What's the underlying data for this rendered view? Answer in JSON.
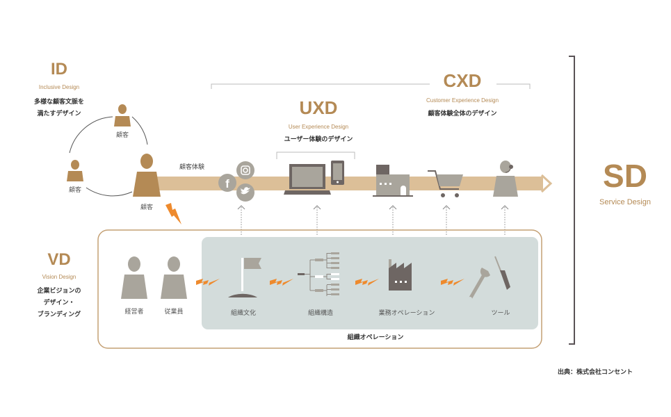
{
  "colors": {
    "accent": "#b48a55",
    "arrow_band": "#dcbf98",
    "icon_gray": "#a9a59c",
    "icon_dark": "#6e6663",
    "org_panel": "#d3dcdb",
    "bolt": "#ee8a2d",
    "bracket": "#595255"
  },
  "id": {
    "abbr": "ID",
    "name": "Inclusive Design",
    "desc_lines": [
      "多様な顧客文脈を",
      "満たすデザイン"
    ]
  },
  "uxd": {
    "abbr": "UXD",
    "name": "User Experience Design",
    "desc": "ユーザー体験のデザイン"
  },
  "cxd": {
    "abbr": "CXD",
    "name": "Customer Experience Design",
    "desc": "顧客体験全体のデザイン"
  },
  "sd": {
    "abbr": "SD",
    "name": "Service Design"
  },
  "vd": {
    "abbr": "VD",
    "name": "Vision Design",
    "desc_lines": [
      "企業ビジョンの",
      "デザイン・",
      "ブランディング"
    ]
  },
  "customers": {
    "top": "顧客",
    "left": "顧客",
    "main": "顧客"
  },
  "journey_label": "顧客体験",
  "touchpoints": [
    "social-media",
    "devices",
    "store",
    "shopping-cart",
    "support-operator"
  ],
  "org": {
    "people": [
      "経営者",
      "従業員"
    ],
    "items": [
      "組織文化",
      "組織構造",
      "業務オペレーション",
      "ツール"
    ],
    "panel_label": "組織オペレーション"
  },
  "source": "出典：株式会社コンセント"
}
